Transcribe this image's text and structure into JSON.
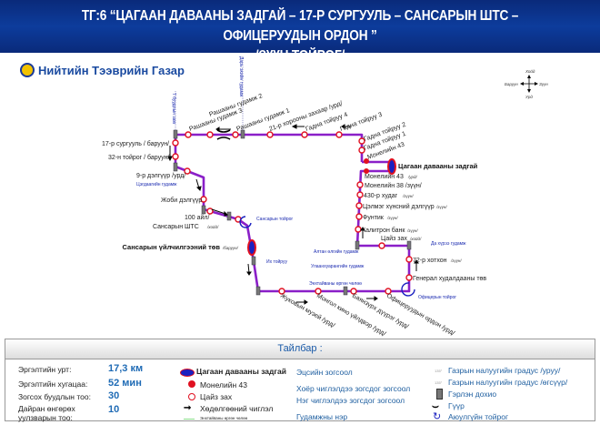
{
  "header": {
    "title_line1": "ТГ:6 “ЦАГААН ДАВААНЫ ЗАДГАЙ – 17-Р СУРГУУЛЬ – САНСАРЫН ШТС – ОФИЦЕРУУДЫН ОРДОН ”",
    "title_line2": "/ЗҮҮН ТОЙРОГ/"
  },
  "brand": "Нийтийн Тээврийн Газар",
  "compass": {
    "north": "Хойд",
    "south": "Урд",
    "west": "Баруун",
    "east": "Зүүн"
  },
  "streets": {
    "s1": "7 буудлын зам",
    "s2": "Дарь эхийн гудамж",
    "s3": "Цэгдаагийн гудамж",
    "s4": "Сансарын тойрог",
    "s5": "Их тойруу",
    "s6": "Энхтайваны өргөн чөлөө",
    "s7": "Алтан өлгийн гудамж",
    "s8": "Улаанхуарангийн гудамж",
    "s9": "Да хүрээ гудамж",
    "s10": "Офицерын тойрог"
  },
  "stops": {
    "a": "17-р сургууль / баруун/",
    "b": "32-н тойрог / баруун/",
    "c": "9-р дэлгүүр /урд/",
    "d": "Жоби дэлгүүр",
    "e": "100 айл/",
    "f": "Сансарын ШТС",
    "f2": "/хойд/",
    "g": "Сансарын үйлчилгээний төв",
    "g2": "/баруун/",
    "r3": "Рашааны гудамж 3",
    "r2": "Рашааны гудамж 2",
    "r1": "Рашааны гудамж 1",
    "h21": "21-р хорооны захаар /урд/",
    "g4": "Гадна тойруу 4",
    "g3": "Гадна тойруу 3",
    "g2b": "Гадна тойруу 2",
    "g1": "Гадна тойруу 1",
    "m43a": "Монелийн 43",
    "term": "Цагаан давааны задгай",
    "m43": "Монелийн 43",
    "m43s": "/урд/",
    "m38": "Монелийн 38 /зүүн/",
    "h430": "430-р худаг",
    "cel": "Цэлмэг хүнсний дэлгүүр",
    "fun": "Фунтик",
    "kal": "Калитрон банк",
    "cz": "Цайз зах",
    "czs": "/хойд/",
    "k72": "72-р хотхон",
    "gen": "Генерал худалдааны төв",
    "zh": "Жуковын музей /урд/",
    "mk": "Монгол кино үйлдвэр /урд/",
    "bd": "Баянзүрх дүүрэг /урд/",
    "of": "Офицеруудын ордон /урд/",
    "side": "/хойд/",
    "east": "/зүүн/"
  },
  "legend": {
    "title": "Тайлбар :",
    "length_label": "Эргэлтийн урт:",
    "length": "17,3 км",
    "time_label": "Эргэлтийн хугацаа:",
    "time": "52 мин",
    "stops_label": "Зогсох буудлын тоо:",
    "stops": "30",
    "junctions_label1": "Дайран өнгөрөх",
    "junctions_label2": "уулзварын тоо:",
    "junctions": "10",
    "terminal": "Цагаан давааны задгай",
    "stop_filled": "Монелийн 43",
    "stop_open": "Цайз зах",
    "direction": "Хөдөлгөөний чиглэл",
    "avenue": "Энхтайваны өргөн чөлөө",
    "end_stop": "Эцсийн зогсоол",
    "two_way": "Хоёр чиглэлдээ зогсдог зогсоол",
    "one_way": "Нэг чиглэлдээ зогсдог зогсоол",
    "street_name": "Гудамжны нэр",
    "slope_down": "Газрын налуугийн градус /уруу/",
    "slope_up": "Газрын налуугийн градус /өгсүүр/",
    "deg": "135°",
    "signal": "Гэрлэн дохио",
    "bridge": "Гүүр",
    "roundabout": "Аюулгүйн тойрог"
  },
  "colors": {
    "route": "#8a1fc8",
    "stop": "#e01020",
    "header": "#0d3c9c"
  }
}
